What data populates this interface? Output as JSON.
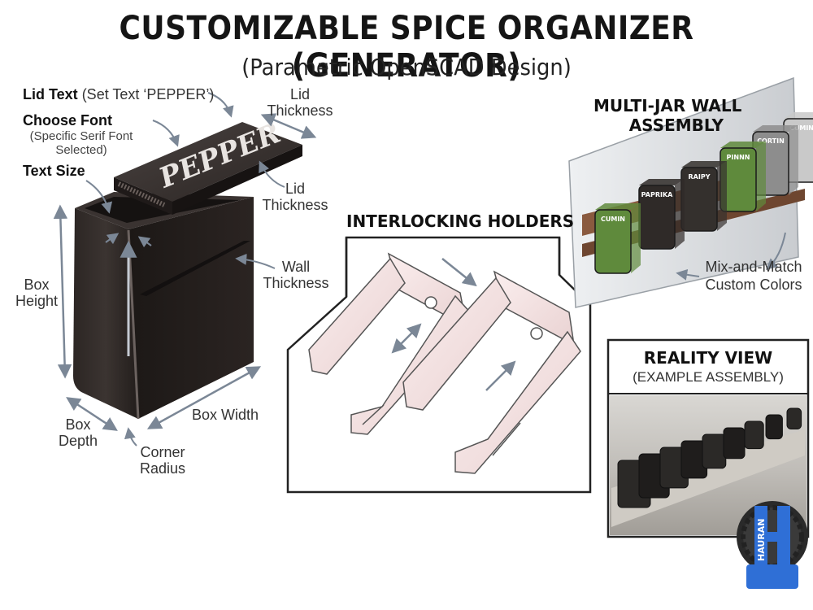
{
  "header": {
    "title": "CUSTOMIZABLE SPICE ORGANIZER (GENERATOR)",
    "subtitle": "(Parametric OpenSCAD Design)"
  },
  "box_labels": {
    "lid_text_bold": "Lid Text",
    "lid_text_note": "(Set Text ‘PEPPER’)",
    "choose_font_bold": "Choose Font",
    "choose_font_note_1": "(Specific Serif Font",
    "choose_font_note_2": "Selected)",
    "text_size": "Text Size",
    "lid_thickness_top_1": "Lid",
    "lid_thickness_top_2": "Thickness",
    "lid_thickness_side_1": "Lid",
    "lid_thickness_side_2": "Thickness",
    "wall_thickness_1": "Wall",
    "wall_thickness_2": "Thickness",
    "box_height_1": "Box",
    "box_height_2": "Height",
    "box_depth_1": "Box",
    "box_depth_2": "Depth",
    "box_width": "Box Width",
    "corner_radius_1": "Corner",
    "corner_radius_2": "Radius",
    "lid_engraving": "PEPPER"
  },
  "interlocking": {
    "title": "INTERLOCKING HOLDERS"
  },
  "multi_jar": {
    "title_1": "MULTI-JAR WALL",
    "title_2": "ASSEMBLY",
    "jars": [
      {
        "label": "CUMIN",
        "color": "#5f8a3c"
      },
      {
        "label": "PAPRIKA",
        "color": "#2f2a28"
      },
      {
        "label": "RAIPY",
        "color": "#34302d"
      },
      {
        "label": "PINNN",
        "color": "#5f8a3c"
      },
      {
        "label": "CORTIN",
        "color": "#8d8d8d"
      },
      {
        "label": "CUMIN",
        "color": "#c9c9c9"
      }
    ],
    "caption_1": "Mix-and-Match",
    "caption_2": "Custom Colors"
  },
  "reality": {
    "title_1": "REALITY VIEW",
    "title_2": "(EXAMPLE ASSEMBLY)"
  },
  "logo": {
    "text": "HAURAN",
    "accent": "#2f6fd6"
  }
}
